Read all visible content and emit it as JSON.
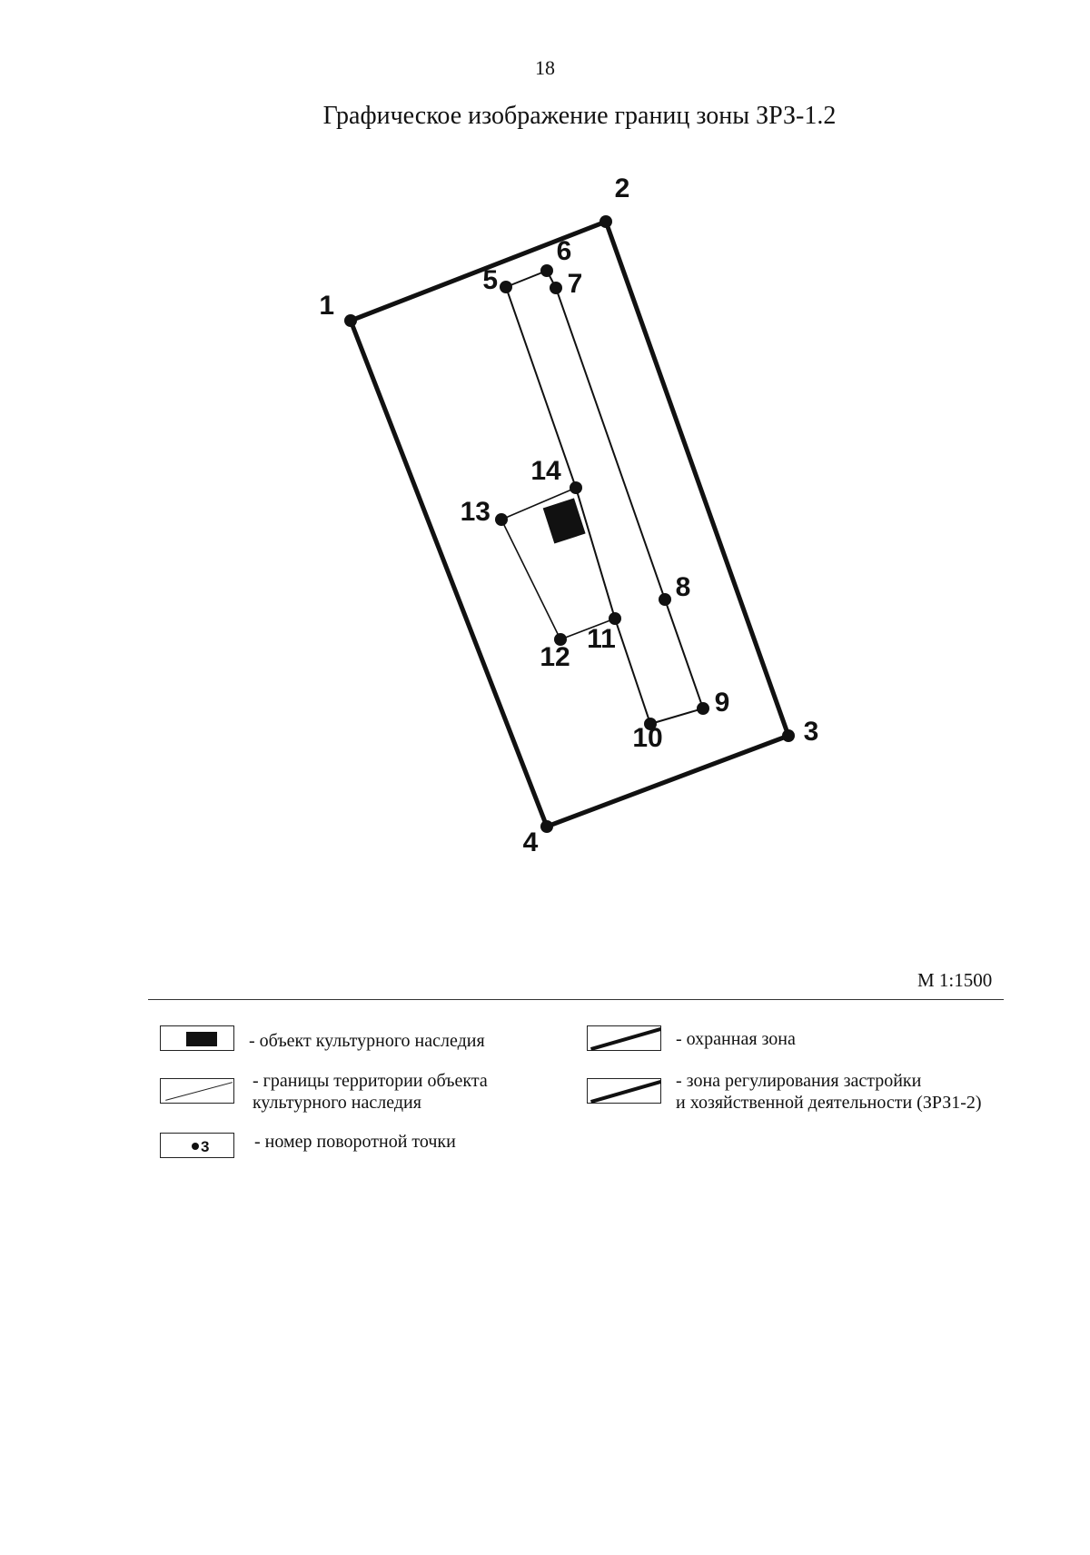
{
  "page": {
    "number": "18",
    "title": "Графическое изображение границ зоны ЗРЗ-1.2",
    "scale": "М 1:1500"
  },
  "plan": {
    "points": [
      {
        "id": "1",
        "label": "1"
      },
      {
        "id": "2",
        "label": "2"
      },
      {
        "id": "3",
        "label": "3"
      },
      {
        "id": "4",
        "label": "4"
      },
      {
        "id": "5",
        "label": "5"
      },
      {
        "id": "6",
        "label": "6"
      },
      {
        "id": "7",
        "label": "7"
      },
      {
        "id": "8",
        "label": "8"
      },
      {
        "id": "9",
        "label": "9"
      },
      {
        "id": "10",
        "label": "10"
      },
      {
        "id": "11",
        "label": "11"
      },
      {
        "id": "12",
        "label": "12"
      },
      {
        "id": "13",
        "label": "13"
      },
      {
        "id": "14",
        "label": "14"
      }
    ],
    "outer_zone_points": [
      "1",
      "2",
      "3",
      "4"
    ],
    "inner_zone_points": [
      "5",
      "6",
      "7",
      "8",
      "9",
      "10",
      "11",
      "14"
    ],
    "territory_points": [
      "13",
      "14",
      "11",
      "12"
    ]
  },
  "legend": {
    "heritage_object": "- объект культурного наследия",
    "territory_boundary_line1": "- границы территории объекта",
    "territory_boundary_line2": "культурного наследия",
    "point_number": "- номер поворотной точки",
    "point_sample": "3",
    "protection_zone": "- охранная зона",
    "regulation_zone_line1": "- зона регулирования застройки",
    "regulation_zone_line2": "и хозяйственной деятельности (ЗРЗ1-2)"
  }
}
